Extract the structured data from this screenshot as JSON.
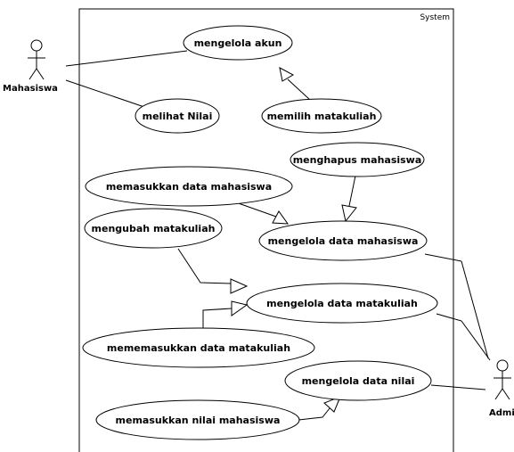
{
  "system": {
    "label": "System"
  },
  "actors": {
    "mahasiswa": {
      "label": "Mahasiswa"
    },
    "admin": {
      "label": "Admin"
    }
  },
  "use_cases": {
    "mengelola_akun": "mengelola akun",
    "melihat_nilai": "melihat Nilai",
    "memilih_matakuliah": "memilih matakuliah",
    "memasukkan_data_mahasiswa": "memasukkan data mahasiswa",
    "menghapus_mahasiswa": "menghapus mahasiswa",
    "mengubah_matakuliah": "mengubah matakuliah",
    "mengelola_data_mahasiswa": "mengelola data mahasiswa",
    "mengelola_data_matakuliah": "mengelola data matakuliah",
    "mememasukkan_data_matakuliah": "mememasukkan data matakuliah",
    "mengelola_data_nilai": "mengelola data nilai",
    "memasukkan_nilai_mahasiswa": "memasukkan nilai mahasiswa"
  }
}
